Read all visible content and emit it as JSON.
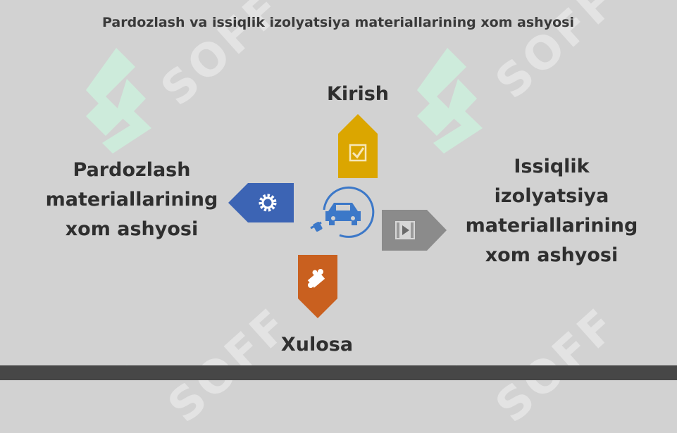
{
  "slide": {
    "title": "Pardozlash va issiqlik izolyatsiya materiallarining xom ashyosi",
    "watermark_text": "SOFF"
  },
  "diagram": {
    "center_icon": "electric-car-icon",
    "top": {
      "label": "Kirish",
      "icon": "checkbox-icon",
      "color": "#d9a400"
    },
    "right": {
      "label": "Issiqlik izolyatsiya materiallarining xom ashyosi",
      "icon": "video-icon",
      "color": "#8a8a8a"
    },
    "bottom": {
      "label": "Xulosa",
      "icon": "puzzle-icon",
      "color": "#c95f23"
    },
    "left": {
      "label": "Pardozlash materiallarining xom ashyosi",
      "icon": "gear-icon",
      "color": "#3c64b4"
    }
  },
  "colors": {
    "background": "#d2d2d2",
    "bar": "#474747",
    "watermark_logo": "#cfeedd"
  }
}
